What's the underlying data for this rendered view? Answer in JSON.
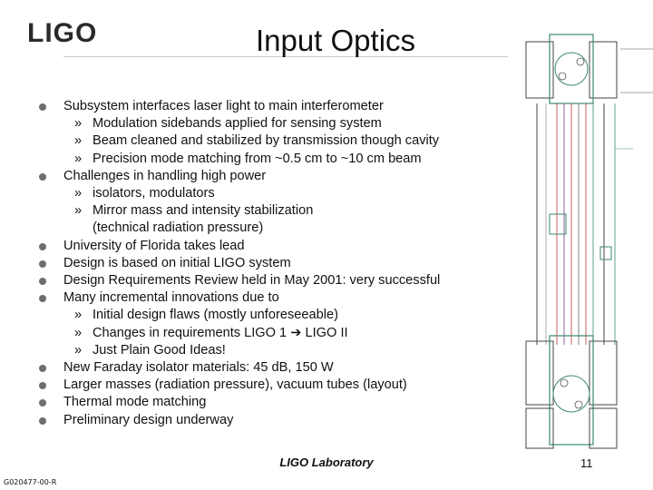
{
  "logo": {
    "text": "LIGO"
  },
  "slide": {
    "title": "Input Optics",
    "page_number": "11",
    "doc_id": "G020477-00-R"
  },
  "footer": {
    "label": "LIGO Laboratory"
  },
  "bullets": [
    {
      "text": "Subsystem interfaces laser light to main interferometer",
      "sub": [
        "Modulation sidebands applied for sensing system",
        "Beam cleaned and stabilized by transmission though cavity",
        "Precision mode matching from ~0.5 cm to ~10 cm beam"
      ]
    },
    {
      "text": "Challenges in handling high power",
      "sub": [
        "isolators, modulators",
        "Mirror mass and intensity stabilization"
      ],
      "sub_continuation": "(technical radiation pressure)"
    },
    {
      "text": "University of Florida takes lead"
    },
    {
      "text": "Design is based on initial LIGO system"
    },
    {
      "text": "Design Requirements Review held in May 2001: very successful"
    },
    {
      "text": "Many incremental innovations due to",
      "sub": [
        "Initial design flaws (mostly unforeseeable)",
        "Just Plain Good Ideas!"
      ],
      "sub_changes": {
        "prefix": "Changes in requirements LIGO 1",
        "arrow": "➔",
        "suffix": "LIGO II"
      }
    },
    {
      "text": "New Faraday isolator materials: 45 dB, 150 W"
    },
    {
      "text": "Larger masses (radiation pressure), vacuum tubes (layout)"
    },
    {
      "text": "Thermal mode matching"
    },
    {
      "text": "Preliminary design underway"
    }
  ],
  "sub_marker": "»"
}
